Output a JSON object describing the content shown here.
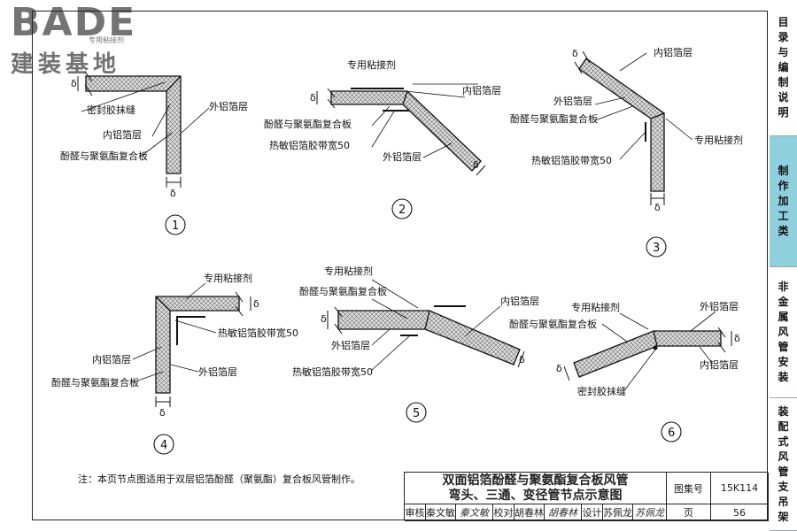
{
  "logo": {
    "brand": "BADE",
    "tagline": "专用粘接剂",
    "cn": "建装基地"
  },
  "side_tabs": [
    {
      "label": "目录与编制说明",
      "active": false
    },
    {
      "label": "制作加工类",
      "active": true
    },
    {
      "label": "非金属风管安装",
      "active": false
    },
    {
      "label": "装配式风管支吊架",
      "active": false
    }
  ],
  "labels": {
    "special_adhesive": "专用粘接剂",
    "inner_foil": "内铝箔层",
    "outer_foil": "外铝箔层",
    "composite_board": "酚醛与聚氨酯复合板",
    "sealant": "密封胶抹缝",
    "tape": "热敏铝箔胶带宽50",
    "delta": "δ"
  },
  "detail_numbers": [
    "1",
    "2",
    "3",
    "4",
    "5",
    "6"
  ],
  "note": "注：本页节点图适用于双层铝箔酚醛（聚氨酯）复合板风管制作。",
  "title_block": {
    "title_line1": "双面铝箔酚醛与聚氨酯复合板风管",
    "title_line2": "弯头、三通、变径管节点示意图",
    "atlas_label": "图集号",
    "atlas_no": "15K114",
    "review_label": "审核",
    "review_name": "秦文敏",
    "review_sig": "秦文敏",
    "check_label": "校对",
    "check_name": "胡春林",
    "check_sig": "胡春林",
    "design_label": "设计",
    "design_name": "苏佩龙",
    "design_sig": "苏佩龙",
    "page_label": "页",
    "page_no": "56"
  },
  "colors": {
    "frame": "#222222",
    "active_tab": "#8fd0dc",
    "hatch": "#555555"
  }
}
